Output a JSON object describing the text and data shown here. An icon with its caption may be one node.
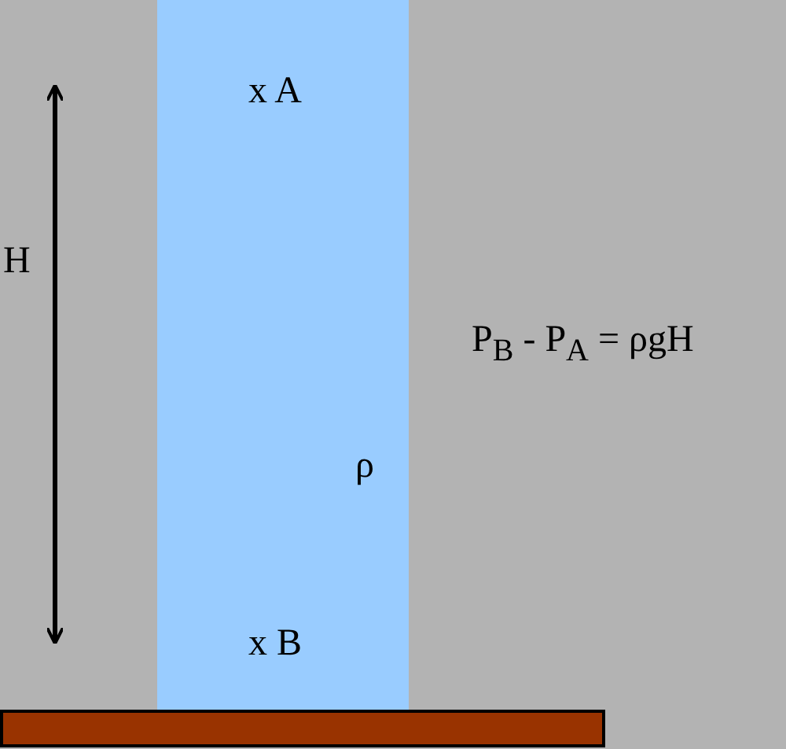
{
  "diagram": {
    "labels": [
      "x A",
      "H",
      "P$_{B}$ - P$_{A}$ = ρgH",
      "ρ",
      "x B"
    ]
  }
}
